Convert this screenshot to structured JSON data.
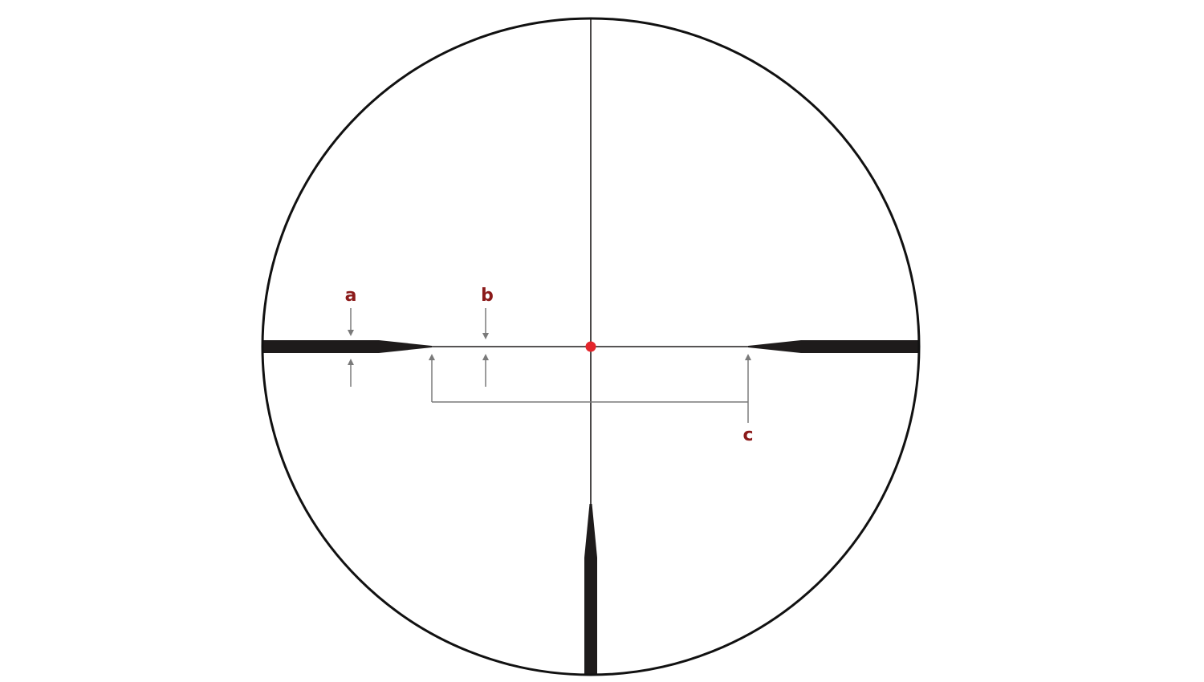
{
  "diagram": {
    "labels": {
      "a": "a",
      "b": "b",
      "c": "c"
    },
    "colors": {
      "reticle": "#1e1b1b",
      "outline": "#111111",
      "dot": "#e3262c",
      "labels": "#8b1a1a",
      "dimension_lines": "#7a7a7a",
      "background": "#ffffff"
    }
  }
}
